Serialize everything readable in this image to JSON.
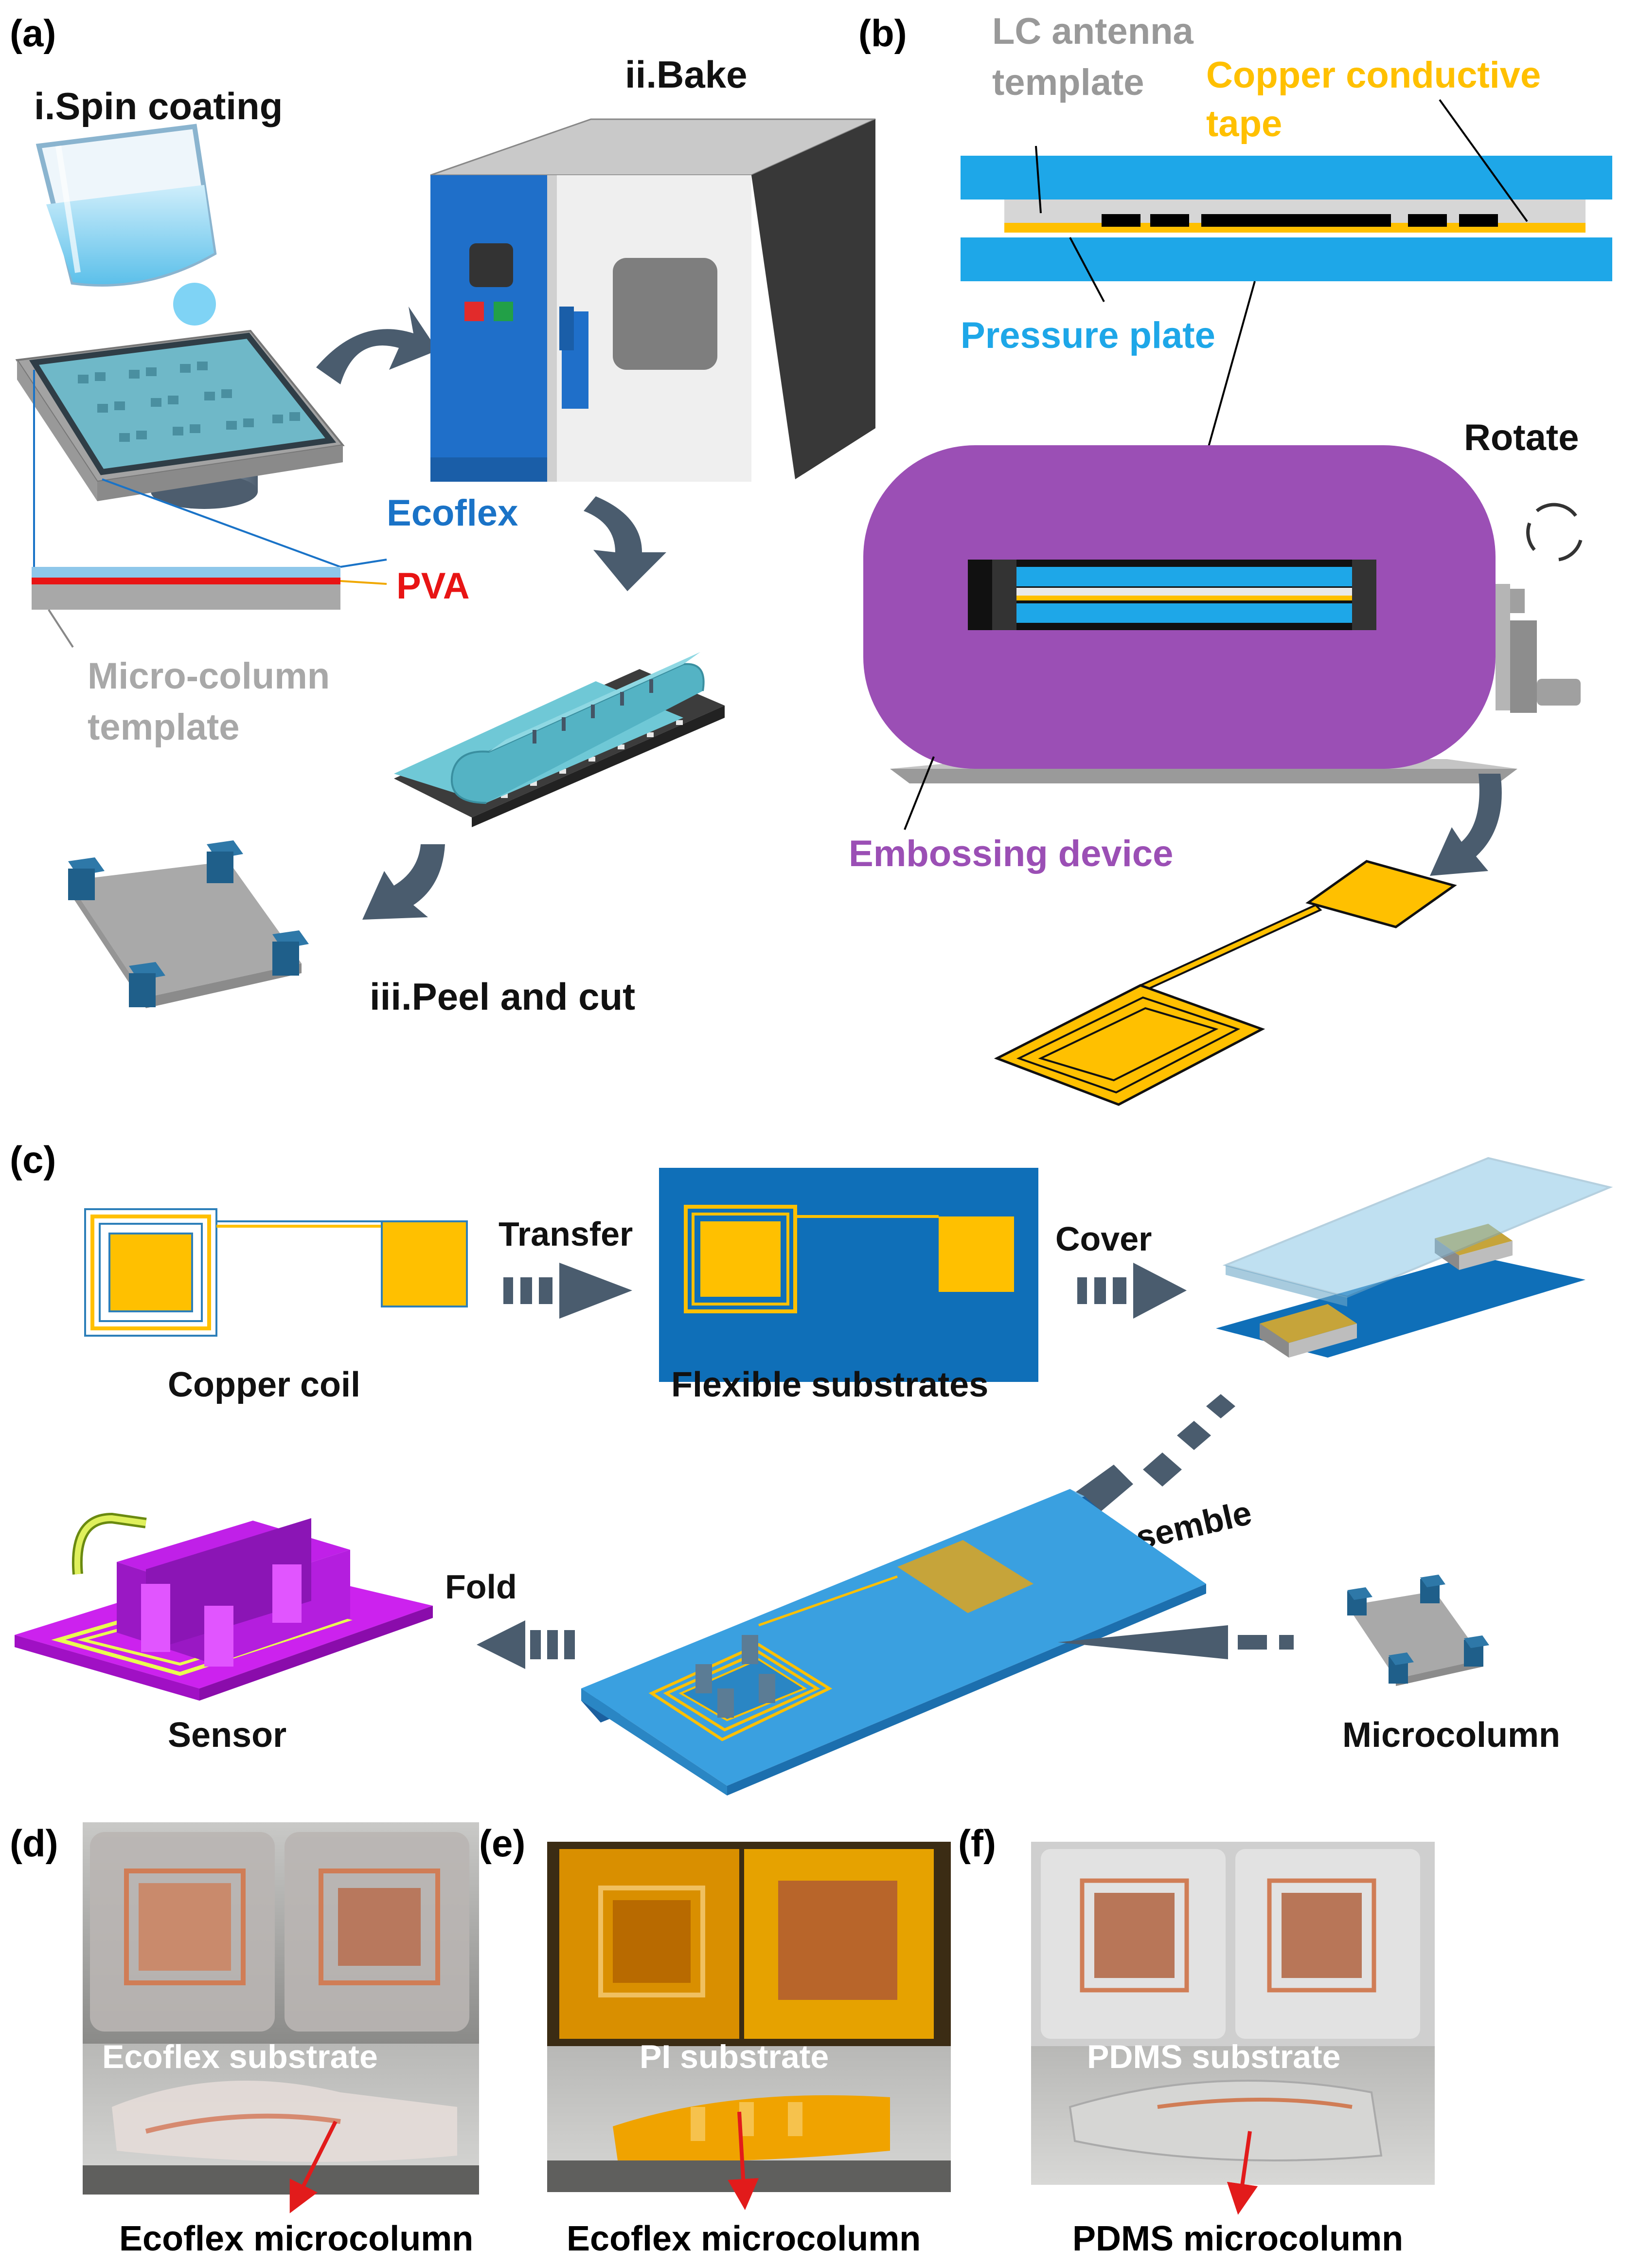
{
  "panel_labels": {
    "a": "(a)",
    "b": "(b)",
    "c": "(c)",
    "d": "(d)",
    "e": "(e)",
    "f": "(f)"
  },
  "panel_a": {
    "step1": "i.Spin coating",
    "step2": "ii.Bake",
    "step3": "iii.Peel  and cut",
    "layer_top": "Ecoflex",
    "layer_mid": "PVA",
    "layer_bottom_1": "Micro-column",
    "layer_bottom_2": "template"
  },
  "panel_b": {
    "template_1": "LC antenna",
    "template_2": "template",
    "tape_1": "Copper conductive",
    "tape_2": "tape",
    "plate": "Pressure plate",
    "rotate": "Rotate",
    "device": "Embossing device"
  },
  "panel_c": {
    "coil": "Copper coil",
    "transfer": "Transfer",
    "substrates": "Flexible substrates",
    "cover": "Cover",
    "assemble": "Assemble",
    "fold": "Fold",
    "sensor": "Sensor",
    "microcolumn": "Microcolumn"
  },
  "panel_d": {
    "substrate": "Ecoflex substrate",
    "column": "Ecoflex microcolumn"
  },
  "panel_e": {
    "substrate": "PI substrate",
    "column": "Ecoflex microcolumn"
  },
  "panel_f": {
    "substrate": "PDMS substrate",
    "column": "PDMS microcolumn"
  },
  "colors": {
    "ecoflex_blue": "#1a73c7",
    "pva_red": "#e81414",
    "template_grey": "#a8a8a8",
    "copper_yellow": "#ffc000",
    "plate_blue": "#1ea7e8",
    "embosser_purple": "#9b4fb5",
    "substrate_blue": "#0f6fb8",
    "sensor_magenta": "#cc22ee",
    "arrow_slate": "#4a5c6e"
  }
}
